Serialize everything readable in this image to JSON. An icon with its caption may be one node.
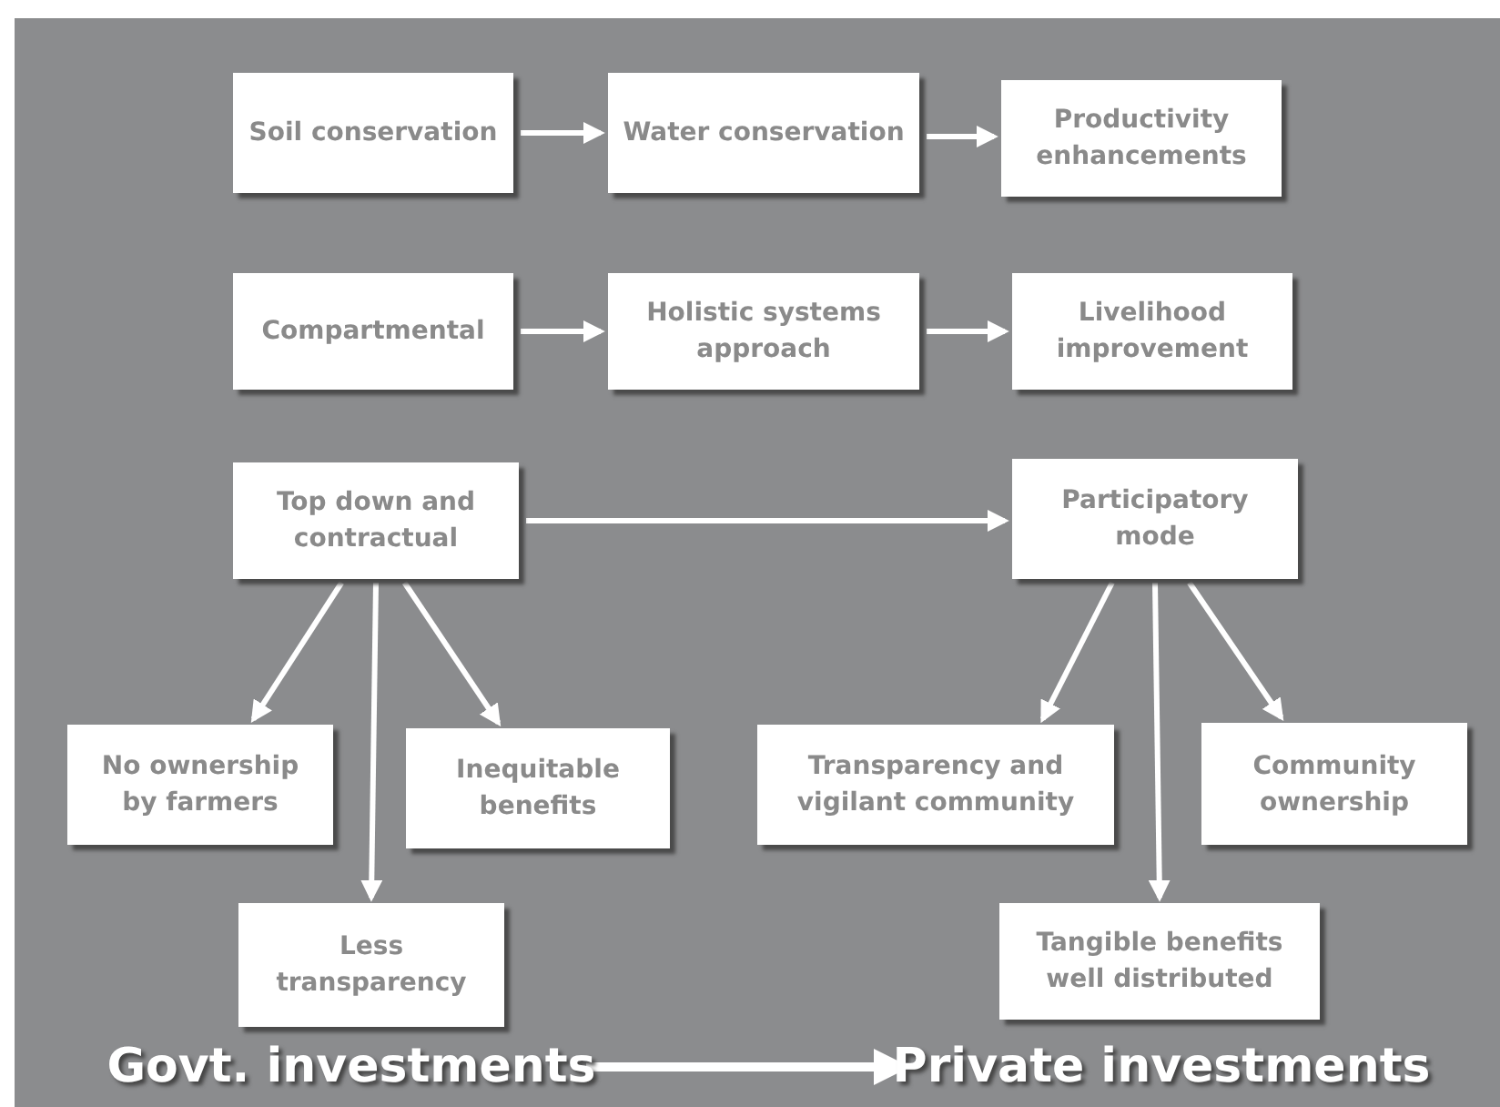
{
  "diagram": {
    "nodes": [
      {
        "text": [
          "Soil conservation"
        ]
      },
      {
        "text": [
          "Water conservation"
        ]
      },
      {
        "text": [
          "Productivity enhancements"
        ]
      },
      {
        "text": [
          "Compartmental"
        ]
      },
      {
        "text": [
          "Holistic systems approach"
        ]
      },
      {
        "text": [
          "Livelihood improvement"
        ]
      },
      {
        "text": [
          "Top down and contractual"
        ]
      },
      {
        "text": [
          "Participatory mode"
        ]
      },
      {
        "text": [
          "No ownership by farmers"
        ]
      },
      {
        "text": [
          "Inequitable benefits"
        ]
      },
      {
        "text": [
          "Transparency and vigilant community"
        ]
      },
      {
        "text": [
          "Community ownership"
        ]
      },
      {
        "text": [
          "Less transparency"
        ]
      },
      {
        "text": [
          "Tangible benefits well distributed"
        ]
      },
      {
        "text": [
          "Govt. investments"
        ]
      },
      {
        "text": [
          "Private investments"
        ]
      }
    ],
    "edges": [
      {
        "from": 0,
        "to": 1,
        "arrow": "to"
      },
      {
        "from": 1,
        "to": 2,
        "arrow": "to"
      },
      {
        "from": 3,
        "to": 4,
        "arrow": "to"
      },
      {
        "from": 4,
        "to": 5,
        "arrow": "to"
      },
      {
        "from": 6,
        "to": 7,
        "arrow": "to"
      },
      {
        "from": 6,
        "to": 8,
        "arrow": "to"
      },
      {
        "from": 6,
        "to": 12,
        "arrow": "to"
      },
      {
        "from": 6,
        "to": 9,
        "arrow": "to"
      },
      {
        "from": 7,
        "to": 10,
        "arrow": "to"
      },
      {
        "from": 7,
        "to": 13,
        "arrow": "to"
      },
      {
        "from": 7,
        "to": 11,
        "arrow": "to"
      },
      {
        "from": 14,
        "to": 15,
        "arrow": "to"
      }
    ]
  }
}
